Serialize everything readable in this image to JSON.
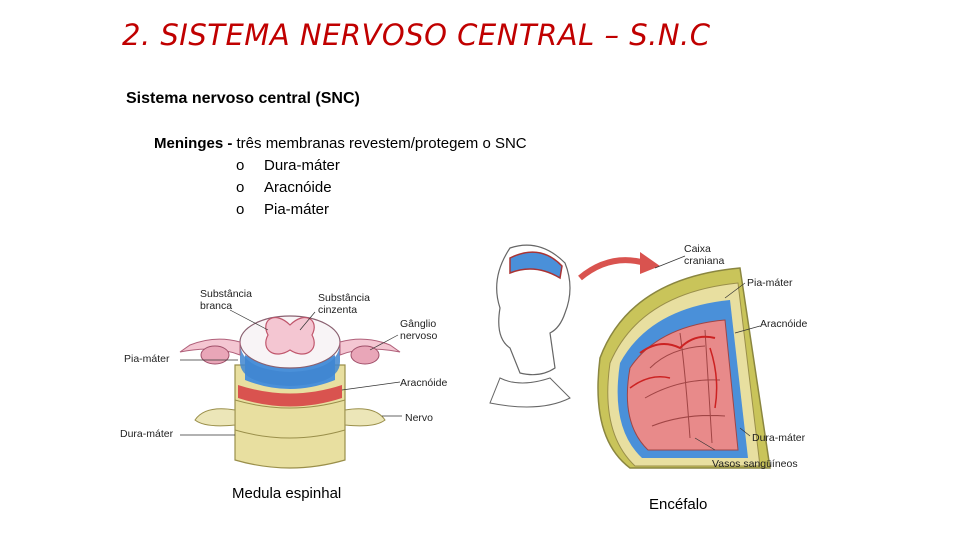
{
  "title": "2. SISTEMA NERVOSO CENTRAL – S.N.C",
  "subtitle": "Sistema nervoso central (SNC)",
  "meninges": {
    "lead": "Meninges -",
    "text": "três membranas revestem/protegem o SNC",
    "bullet": "o",
    "items": [
      "Dura-máter",
      "Aracnóide",
      "Pia-máter"
    ]
  },
  "spinal_figure": {
    "labels": {
      "substancia_branca": [
        "Substância",
        "branca"
      ],
      "substancia_cinzenta": [
        "Substância",
        "cinzenta"
      ],
      "ganglio": [
        "Gânglio",
        "nervoso"
      ],
      "pia": "Pia-máter",
      "aracnoide": "Aracnóide",
      "nervo": "Nervo",
      "dura": "Dura-máter"
    },
    "caption": "Medula espinhal"
  },
  "brain_figure": {
    "labels": {
      "caixa": [
        "Caixa",
        "craniana"
      ],
      "pia": "Pia-máter",
      "aracnoide": "Aracnóide",
      "dura": "Dura-máter",
      "vasos": "Vasos sangüíneos"
    },
    "caption": "Encéfalo"
  },
  "colors": {
    "title": "#c00000",
    "dura": "#e8dfa0",
    "bone": "#c9c45a",
    "pia": "#4a90d9",
    "brain": "#e88a8a",
    "vessels": "#cc2222",
    "gray_matter": "#f4c6d2"
  }
}
